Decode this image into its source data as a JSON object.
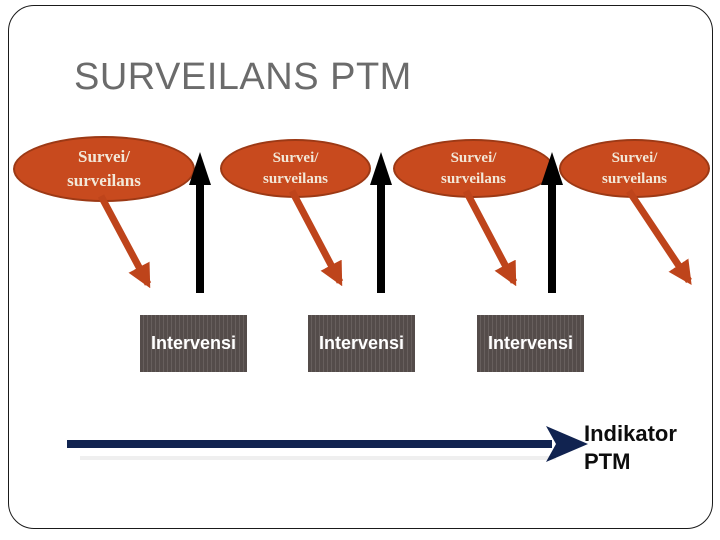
{
  "slide": {
    "title": "SURVEILANS PTM"
  },
  "colors": {
    "title_text": "#6B6B6B",
    "ellipse_fill": "#C84A1E",
    "ellipse_border": "#9C3915",
    "ellipse_text": "#F2E8D8",
    "down_arrow_orange": "#BE441B",
    "up_arrow_black": "#000000",
    "intervensi_box_fill": "#544C4A",
    "intervensi_box_stripe": "#675F5D",
    "intervensi_text": "#FFFFFF",
    "flow_arrow_navy": "#112350",
    "flow_label_text": "#0D0D0D",
    "slide_border": "#1A1A1A"
  },
  "diagram": {
    "ellipses": [
      {
        "line1": "Survei/",
        "line2": "surveilans"
      },
      {
        "line1": "Survei/",
        "line2": "surveilans"
      },
      {
        "line1": "Survei/",
        "line2": "surveilans"
      },
      {
        "line1": "Survei/",
        "line2": "surveilans"
      }
    ],
    "boxes": [
      {
        "label": "Intervensi"
      },
      {
        "label": "Intervensi"
      },
      {
        "label": "Intervensi"
      }
    ],
    "flow_label": {
      "line1": "Indikator",
      "line2": "PTM"
    }
  }
}
